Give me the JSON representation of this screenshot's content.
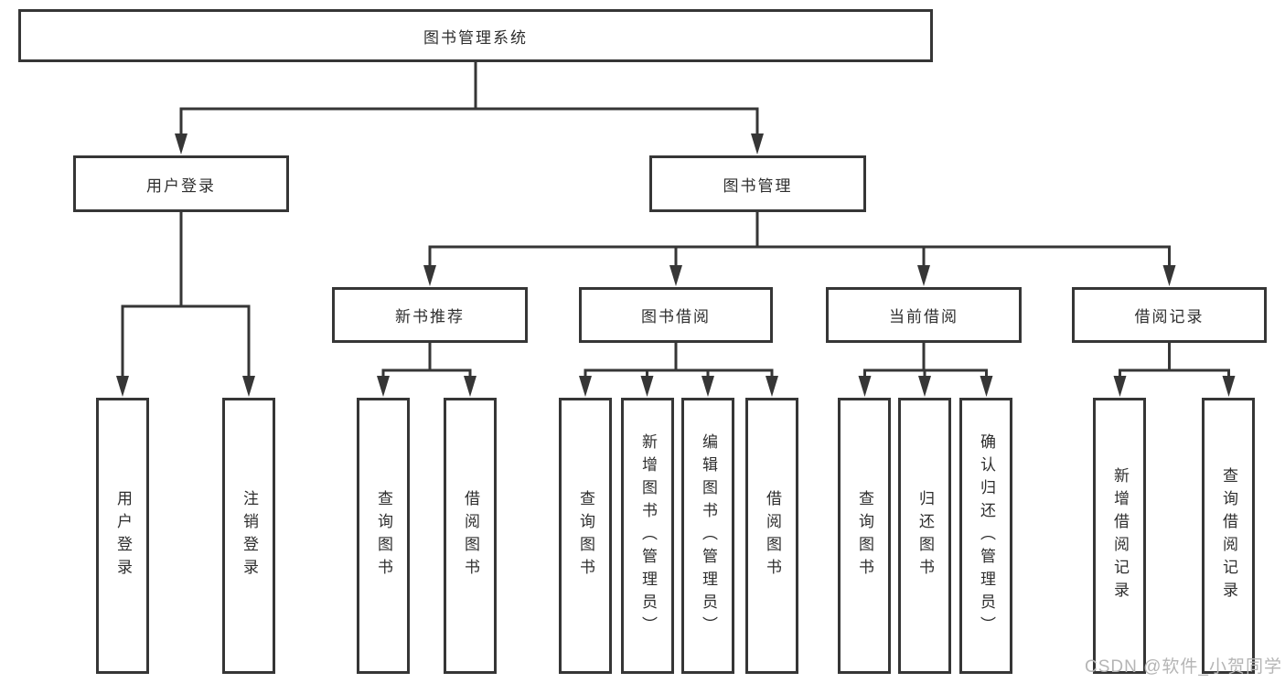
{
  "diagram_type": "function-structure-hierarchy",
  "tree": {
    "root": {
      "label": "图书管理系统"
    },
    "branches": [
      {
        "label": "用户登录",
        "children": [
          {
            "label": "用户登录"
          },
          {
            "label": "注销登录"
          }
        ]
      },
      {
        "label": "图书管理",
        "children": [
          {
            "label": "新书推荐",
            "children": [
              {
                "label": "查询图书"
              },
              {
                "label": "借阅图书"
              }
            ]
          },
          {
            "label": "图书借阅",
            "children": [
              {
                "label": "查询图书"
              },
              {
                "label": "新增图书（管理员）"
              },
              {
                "label": "编辑图书（管理员）"
              },
              {
                "label": "借阅图书"
              }
            ]
          },
          {
            "label": "当前借阅",
            "children": [
              {
                "label": "查询图书"
              },
              {
                "label": "归还图书"
              },
              {
                "label": "确认归还（管理员）"
              }
            ]
          },
          {
            "label": "借阅记录",
            "children": [
              {
                "label": "新增借阅记录"
              },
              {
                "label": "查询借阅记录"
              }
            ]
          }
        ]
      }
    ]
  },
  "watermark": {
    "text": "CSDN @软件_小贺同学"
  },
  "colors": {
    "background": "#ffffff",
    "line": "#363636",
    "text": "#2e2e2e",
    "watermark": "#b5b5b5"
  }
}
